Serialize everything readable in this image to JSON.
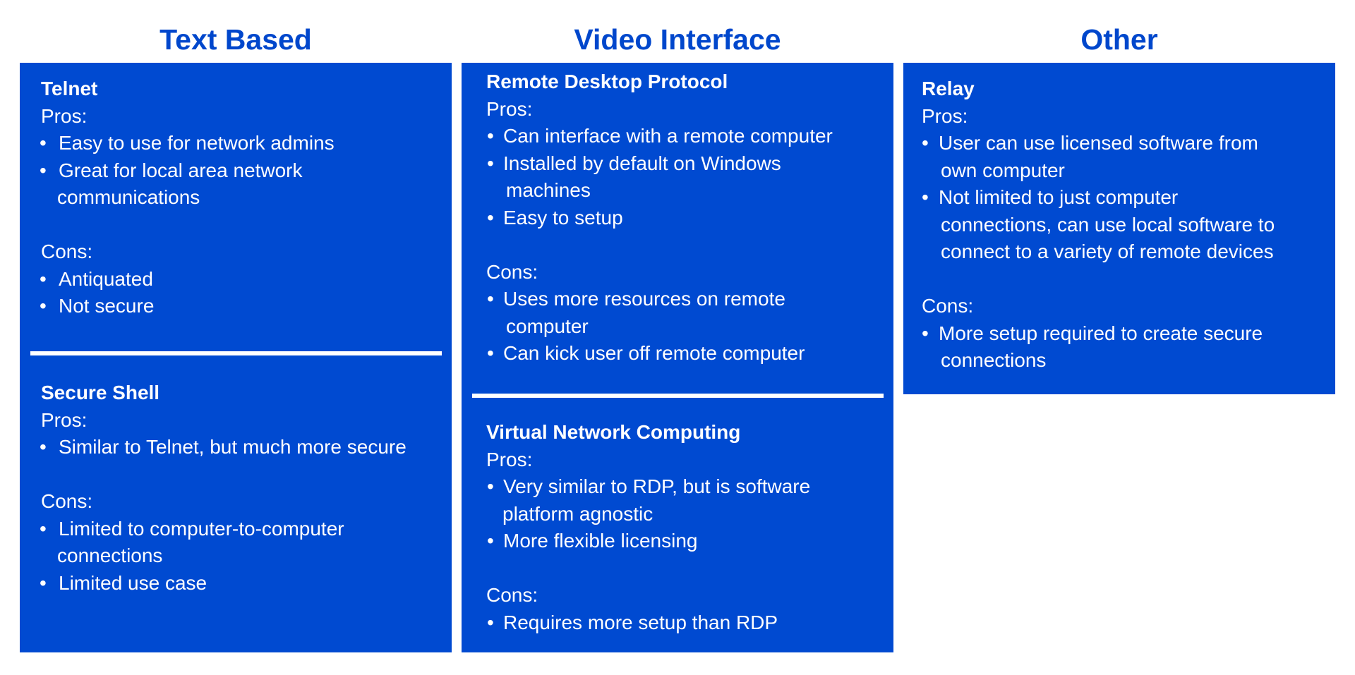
{
  "colors": {
    "title": "#0047cc",
    "panel": "#004ad1",
    "text": "#ffffff"
  },
  "columns": [
    {
      "title": "Text Based",
      "sections": [
        {
          "name": "Telnet",
          "pros_label": "Pros:",
          "pros": [
            [
              "Easy to use for network admins"
            ],
            [
              "Great for local area network",
              "communications"
            ]
          ],
          "cons_label": "Cons:",
          "cons": [
            [
              "Antiquated"
            ],
            [
              "Not secure"
            ]
          ]
        },
        {
          "name": "Secure Shell",
          "pros_label": "Pros:",
          "pros": [
            [
              "Similar to Telnet, but much more secure"
            ]
          ],
          "cons_label": "Cons:",
          "cons": [
            [
              "Limited to computer-to-computer",
              "connections"
            ],
            [
              "Limited use case"
            ]
          ]
        }
      ]
    },
    {
      "title": "Video Interface",
      "sections": [
        {
          "name": "Remote Desktop Protocol",
          "pros_label": "Pros:",
          "pros": [
            [
              "Can interface with a remote computer"
            ],
            [
              "Installed by default on Windows",
              "machines"
            ],
            [
              "Easy to setup"
            ]
          ],
          "cons_label": "Cons:",
          "cons": [
            [
              "Uses more resources on remote",
              "computer"
            ],
            [
              "Can kick user off remote computer"
            ]
          ]
        },
        {
          "name": "Virtual Network Computing",
          "pros_label": "Pros:",
          "pros": [
            [
              "Very similar to RDP, but is software",
              "platform agnostic"
            ],
            [
              "More flexible licensing"
            ]
          ],
          "cons_label": "Cons:",
          "cons": [
            [
              "Requires more setup than RDP"
            ]
          ]
        }
      ]
    },
    {
      "title": "Other",
      "sections": [
        {
          "name": "Relay",
          "pros_label": "Pros:",
          "pros": [
            [
              "User can use licensed software from",
              "own computer"
            ],
            [
              "Not limited to just computer",
              "connections, can use local software to",
              "connect to a  variety of remote devices"
            ]
          ],
          "cons_label": "Cons:",
          "cons": [
            [
              "More setup required to create secure",
              "connections"
            ]
          ]
        }
      ]
    }
  ]
}
